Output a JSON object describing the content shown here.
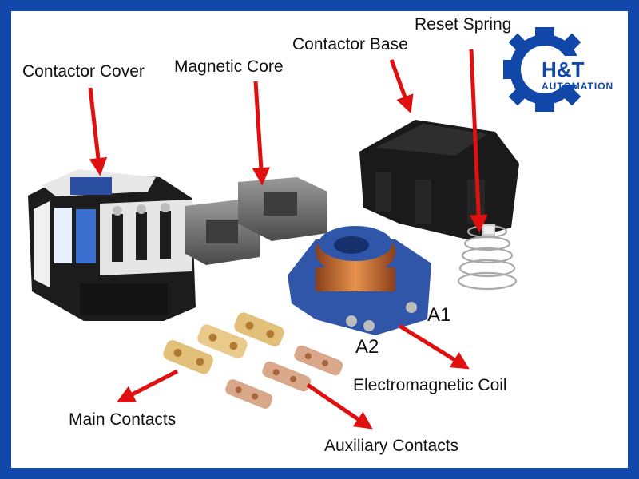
{
  "labels": {
    "contactor_cover": "Contactor Cover",
    "magnetic_core": "Magnetic Core",
    "contactor_base": "Contactor Base",
    "reset_spring": "Reset Spring",
    "electromagnetic_coil": "Electromagnetic Coil",
    "main_contacts": "Main Contacts",
    "auxiliary_contacts": "Auxiliary Contacts"
  },
  "terminals": {
    "a1": "A1",
    "a2": "A2"
  },
  "logo": {
    "mark": "H&T",
    "sub": "AUTOMATION",
    "color": "#1147a8"
  },
  "colors": {
    "frame": "#1147a8",
    "arrow": "#e01010",
    "plastic": "#1c1c1c",
    "coil_blue": "#2f56a8",
    "copper": "#c8703a",
    "brass": "#e3c07a"
  }
}
